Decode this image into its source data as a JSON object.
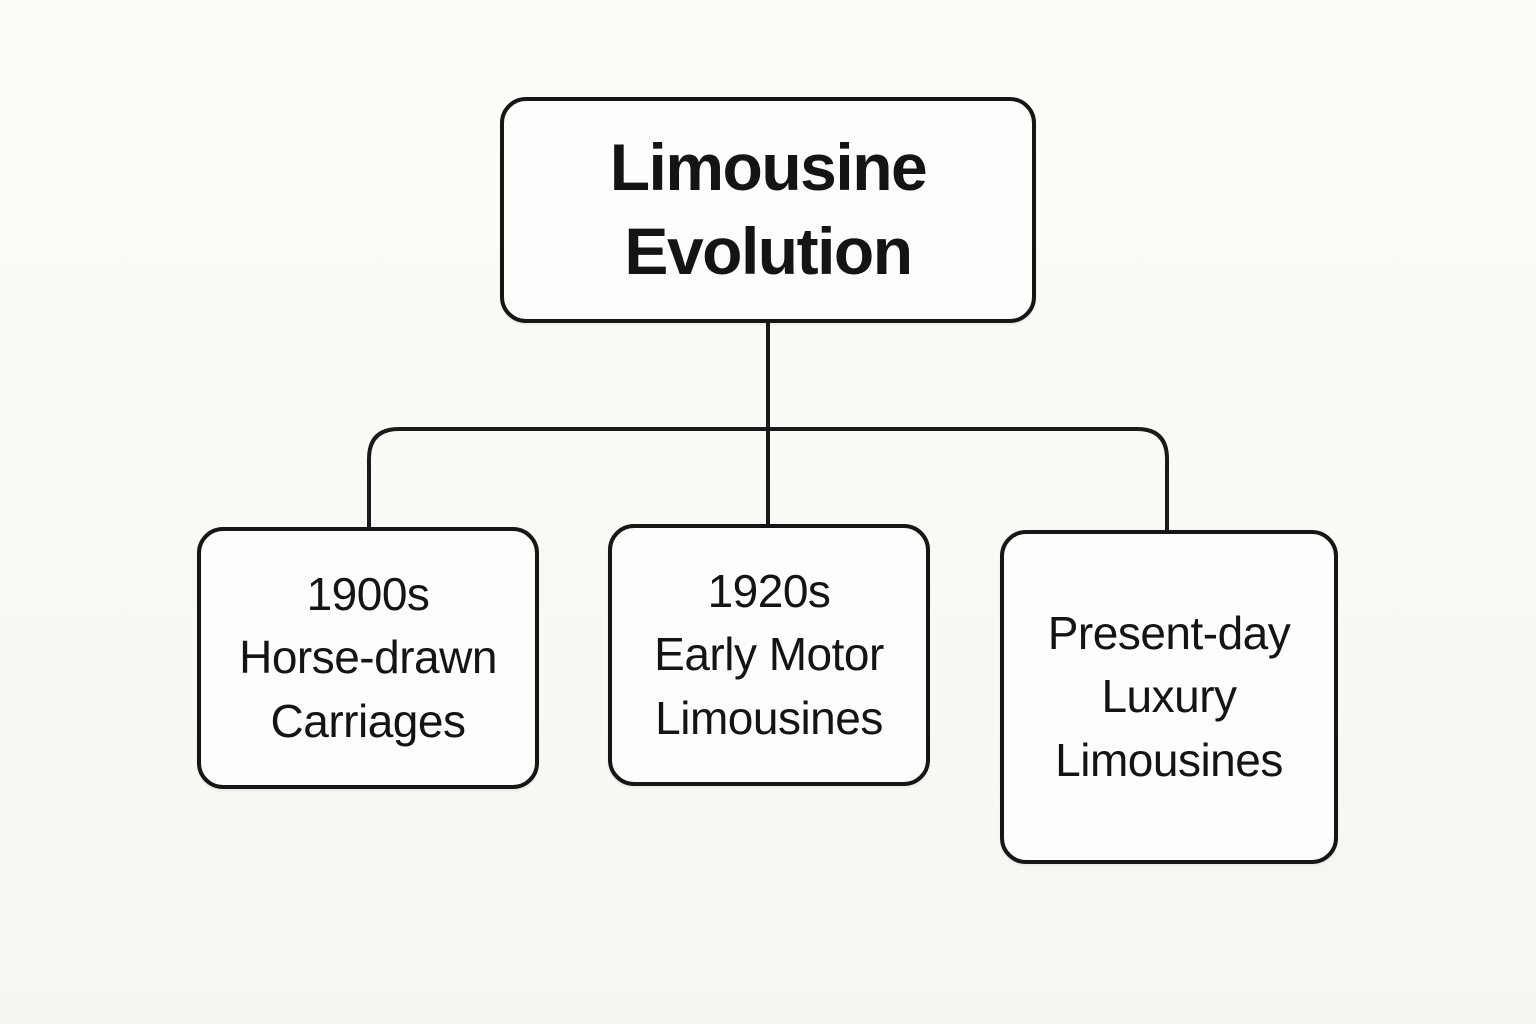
{
  "diagram": {
    "title": "Limousine Evolution",
    "children": [
      {
        "label": "1900s Horse-drawn Carriages",
        "lines": [
          "1900s",
          "Horse-drawn",
          "Carriages"
        ]
      },
      {
        "label": "1920s Early Motor Limousines",
        "lines": [
          "1920s",
          "Early Motor",
          "Limousines"
        ]
      },
      {
        "label": "Present-day Luxury Limousines",
        "lines": [
          "Present-day",
          "Luxury",
          "Limousines"
        ]
      }
    ],
    "colors": {
      "background": "#fbfaf6",
      "node_fill": "#fdfdfb",
      "stroke": "#1a1a1a",
      "text": "#141414"
    }
  }
}
